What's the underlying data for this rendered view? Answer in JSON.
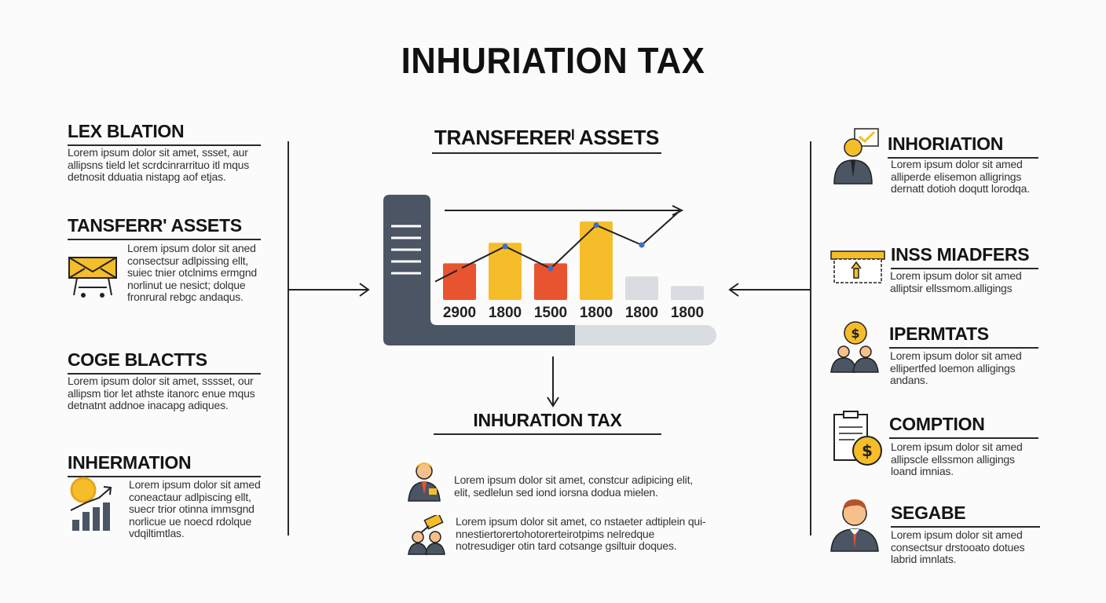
{
  "title": "INHURIATION TAX",
  "left_sections": [
    {
      "heading": "LEX BLATION",
      "text": "Lorem ipsum dolor sit amet, ssset, aur\nallipsns tield let scrdcinrarrituo itl mqus\ndetnosit dduatia nistapg aof etjas."
    },
    {
      "heading": "TANSFERR' ASSETS",
      "text": "Lorem ipsum dolor sit aned\nconsectsur adlpissing ellt,\nsuiec tnier otclnims ermgnd\nnorlinut ue nesict; dolque\nfronrural rebgc andaqus."
    },
    {
      "heading": "COGE BLACTTS",
      "text": "Lorem ipsum dolor sit amet, sssset, our\nallipsm tior let athste itanorc enue mqus\ndetnatnt addnoe inacapg adiques."
    },
    {
      "heading": "INHERMATION",
      "text": "Lorem ipsum dolor sit amed\nconeactaur adlpiscing ellt,\nsuecr trior otinna immsgnd\nnorlicue ue noecd rdolque\nvdqiltimtlas."
    }
  ],
  "center": {
    "heading": "TRANSFERERˡ ASSETS",
    "bottom_heading": "INHURATION TAX",
    "notes": [
      {
        "text": "Lorem ipsum dolor sit amet, constcur adipicing elit,\nelit, sedlelun sed iond iorsna dodua mielen."
      },
      {
        "text": "Lorem ipsum dolor sit amet, co nstaeter adtiplein qui-\nnnestiertorertohotorerteirotpims nelredque\nnotresudiger otin tard cotsange gsiltuir doques."
      }
    ]
  },
  "chart_data": {
    "type": "bar",
    "categories": [
      "2900",
      "1800",
      "1500",
      "1800",
      "1800",
      "1800"
    ],
    "values": [
      50,
      78,
      50,
      107,
      32,
      19
    ],
    "bar_colors": [
      "#e8542f",
      "#f5bd2a",
      "#e8542f",
      "#f5bd2a",
      "#d9dce1",
      "#d9dce1"
    ],
    "line_values": [
      42,
      73,
      43,
      102,
      75
    ],
    "trend_arrow": true,
    "title": "",
    "xlabel": "",
    "ylabel": "",
    "ylim": [
      0,
      120
    ]
  },
  "right_sections": [
    {
      "heading": "INHORIATION",
      "text": "Lorem ipsum dolor sit amed\nalliperde elisemon alligrings\ndernatt dotioh doqutt lorodqa."
    },
    {
      "heading": "INSS MIADFERS",
      "text": "Lorem ipsum dolor sit amed\nalliptsir ellssmom.alligings"
    },
    {
      "heading": "IPERMTATS",
      "text": "Lorem ipsum dolor sit amed\nellipertfed loemon alligings\nandans."
    },
    {
      "heading": "COMPTION",
      "text": "Lorem ipsum dolor sit amed\nallipscle ellssmon alligings\nloand imnias."
    },
    {
      "heading": "SEGABE",
      "text": "Lorem ipsum dolor sit amed\nconsectsur drstooato dotues\nlabrid imnlats."
    }
  ],
  "colors": {
    "accent_red": "#e8542f",
    "accent_yellow": "#f5bd2a",
    "slate": "#4b5563",
    "light_grey": "#d9dce1",
    "line_blue": "#3b6fc4"
  },
  "icons": {
    "left": [
      "envelope-icon",
      "sun-growth-chart-icon"
    ],
    "right": [
      "businessman-check-icon",
      "document-upload-icon",
      "people-dollar-icon",
      "clipboard-dollar-icon",
      "man-avatar-icon"
    ],
    "center": [
      "businessman-icon",
      "team-gavel-icon"
    ]
  }
}
